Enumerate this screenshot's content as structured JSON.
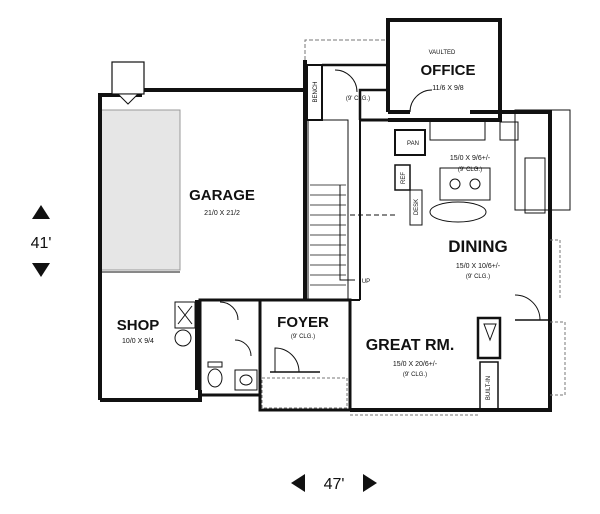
{
  "rooms": {
    "office": {
      "prefix": "VAULTED",
      "name": "OFFICE",
      "dims": "11/6 X 9/8"
    },
    "garage": {
      "name": "GARAGE",
      "dims": "21/0 X 21/2"
    },
    "shop": {
      "name": "SHOP",
      "dims": "10/0 X 9/4"
    },
    "foyer": {
      "name": "FOYER",
      "ceiling": "(9' CLG.)"
    },
    "kitchen": {
      "dims": "15/0 X 9/6+/-",
      "ceiling": "(9' CLG.)"
    },
    "dining": {
      "name": "DINING",
      "dims": "15/0 X 10/6+/-",
      "ceiling": "(9' CLG.)"
    },
    "great_room": {
      "name": "GREAT RM.",
      "dims": "15/0 X 20/6+/-",
      "ceiling": "(9' CLG.)"
    }
  },
  "labels": {
    "bench": "BENCH",
    "mud_ceiling": "(9' CLG.)",
    "pantry": "PAN",
    "refrigerator": "REF",
    "desk": "DESK",
    "stair_up": "UP",
    "built_in": "BUILT-IN"
  },
  "dimensions": {
    "depth": "41'",
    "width": "47'"
  }
}
